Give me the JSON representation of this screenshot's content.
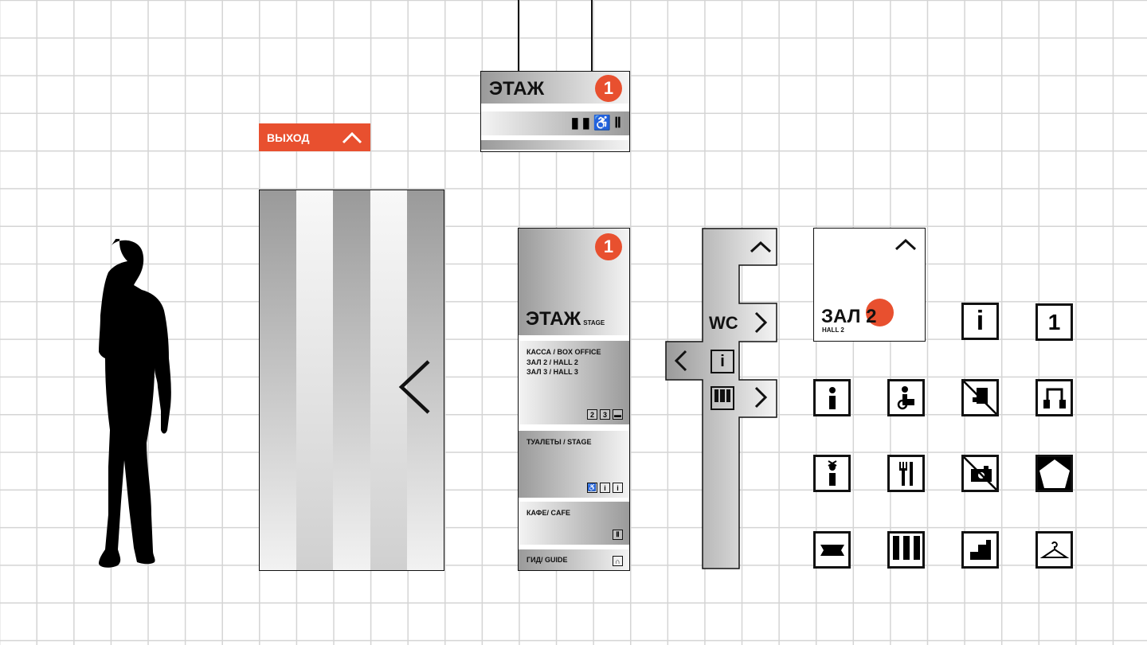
{
  "exit_sign": {
    "label": "ВЫХОД",
    "icon": "chevron-up-icon",
    "color": "#e8502f"
  },
  "hanging_sign": {
    "title": "ЭТАЖ",
    "floor": "1",
    "icons": [
      "toilet-male-icon",
      "toilet-female-icon",
      "wheelchair-icon",
      "cutlery-icon"
    ]
  },
  "pylon": {
    "floor": "1",
    "title": "ЭТАЖ",
    "subtitle": "STAGE",
    "sections": [
      {
        "lines": [
          "КАССА / BOX OFFICE",
          "ЗАЛ 2 / HALL 2",
          "ЗАЛ 3 / HALL 3"
        ],
        "badges": [
          "2",
          "3"
        ],
        "icons": [
          "ticket-icon"
        ]
      },
      {
        "lines": [
          "ТУАЛЕТЫ / STAGE"
        ],
        "badges": [],
        "icons": [
          "wheelchair-icon",
          "toilet-male-icon",
          "toilet-female-icon"
        ]
      },
      {
        "lines": [
          "КАФЕ/ CAFE"
        ],
        "badges": [],
        "icons": [
          "cutlery-icon"
        ]
      },
      {
        "lines": [
          "ГИД/ GUIDE"
        ],
        "badges": [],
        "icons": [
          "headphones-icon"
        ]
      }
    ]
  },
  "direction_column": {
    "wc_label": "WC",
    "info_glyph": "i"
  },
  "hall_card": {
    "title": "ЗАЛ 2",
    "subtitle": "HALL 2"
  },
  "icon_set": {
    "info": "i",
    "floor": "1"
  },
  "accent": "#e8502f"
}
